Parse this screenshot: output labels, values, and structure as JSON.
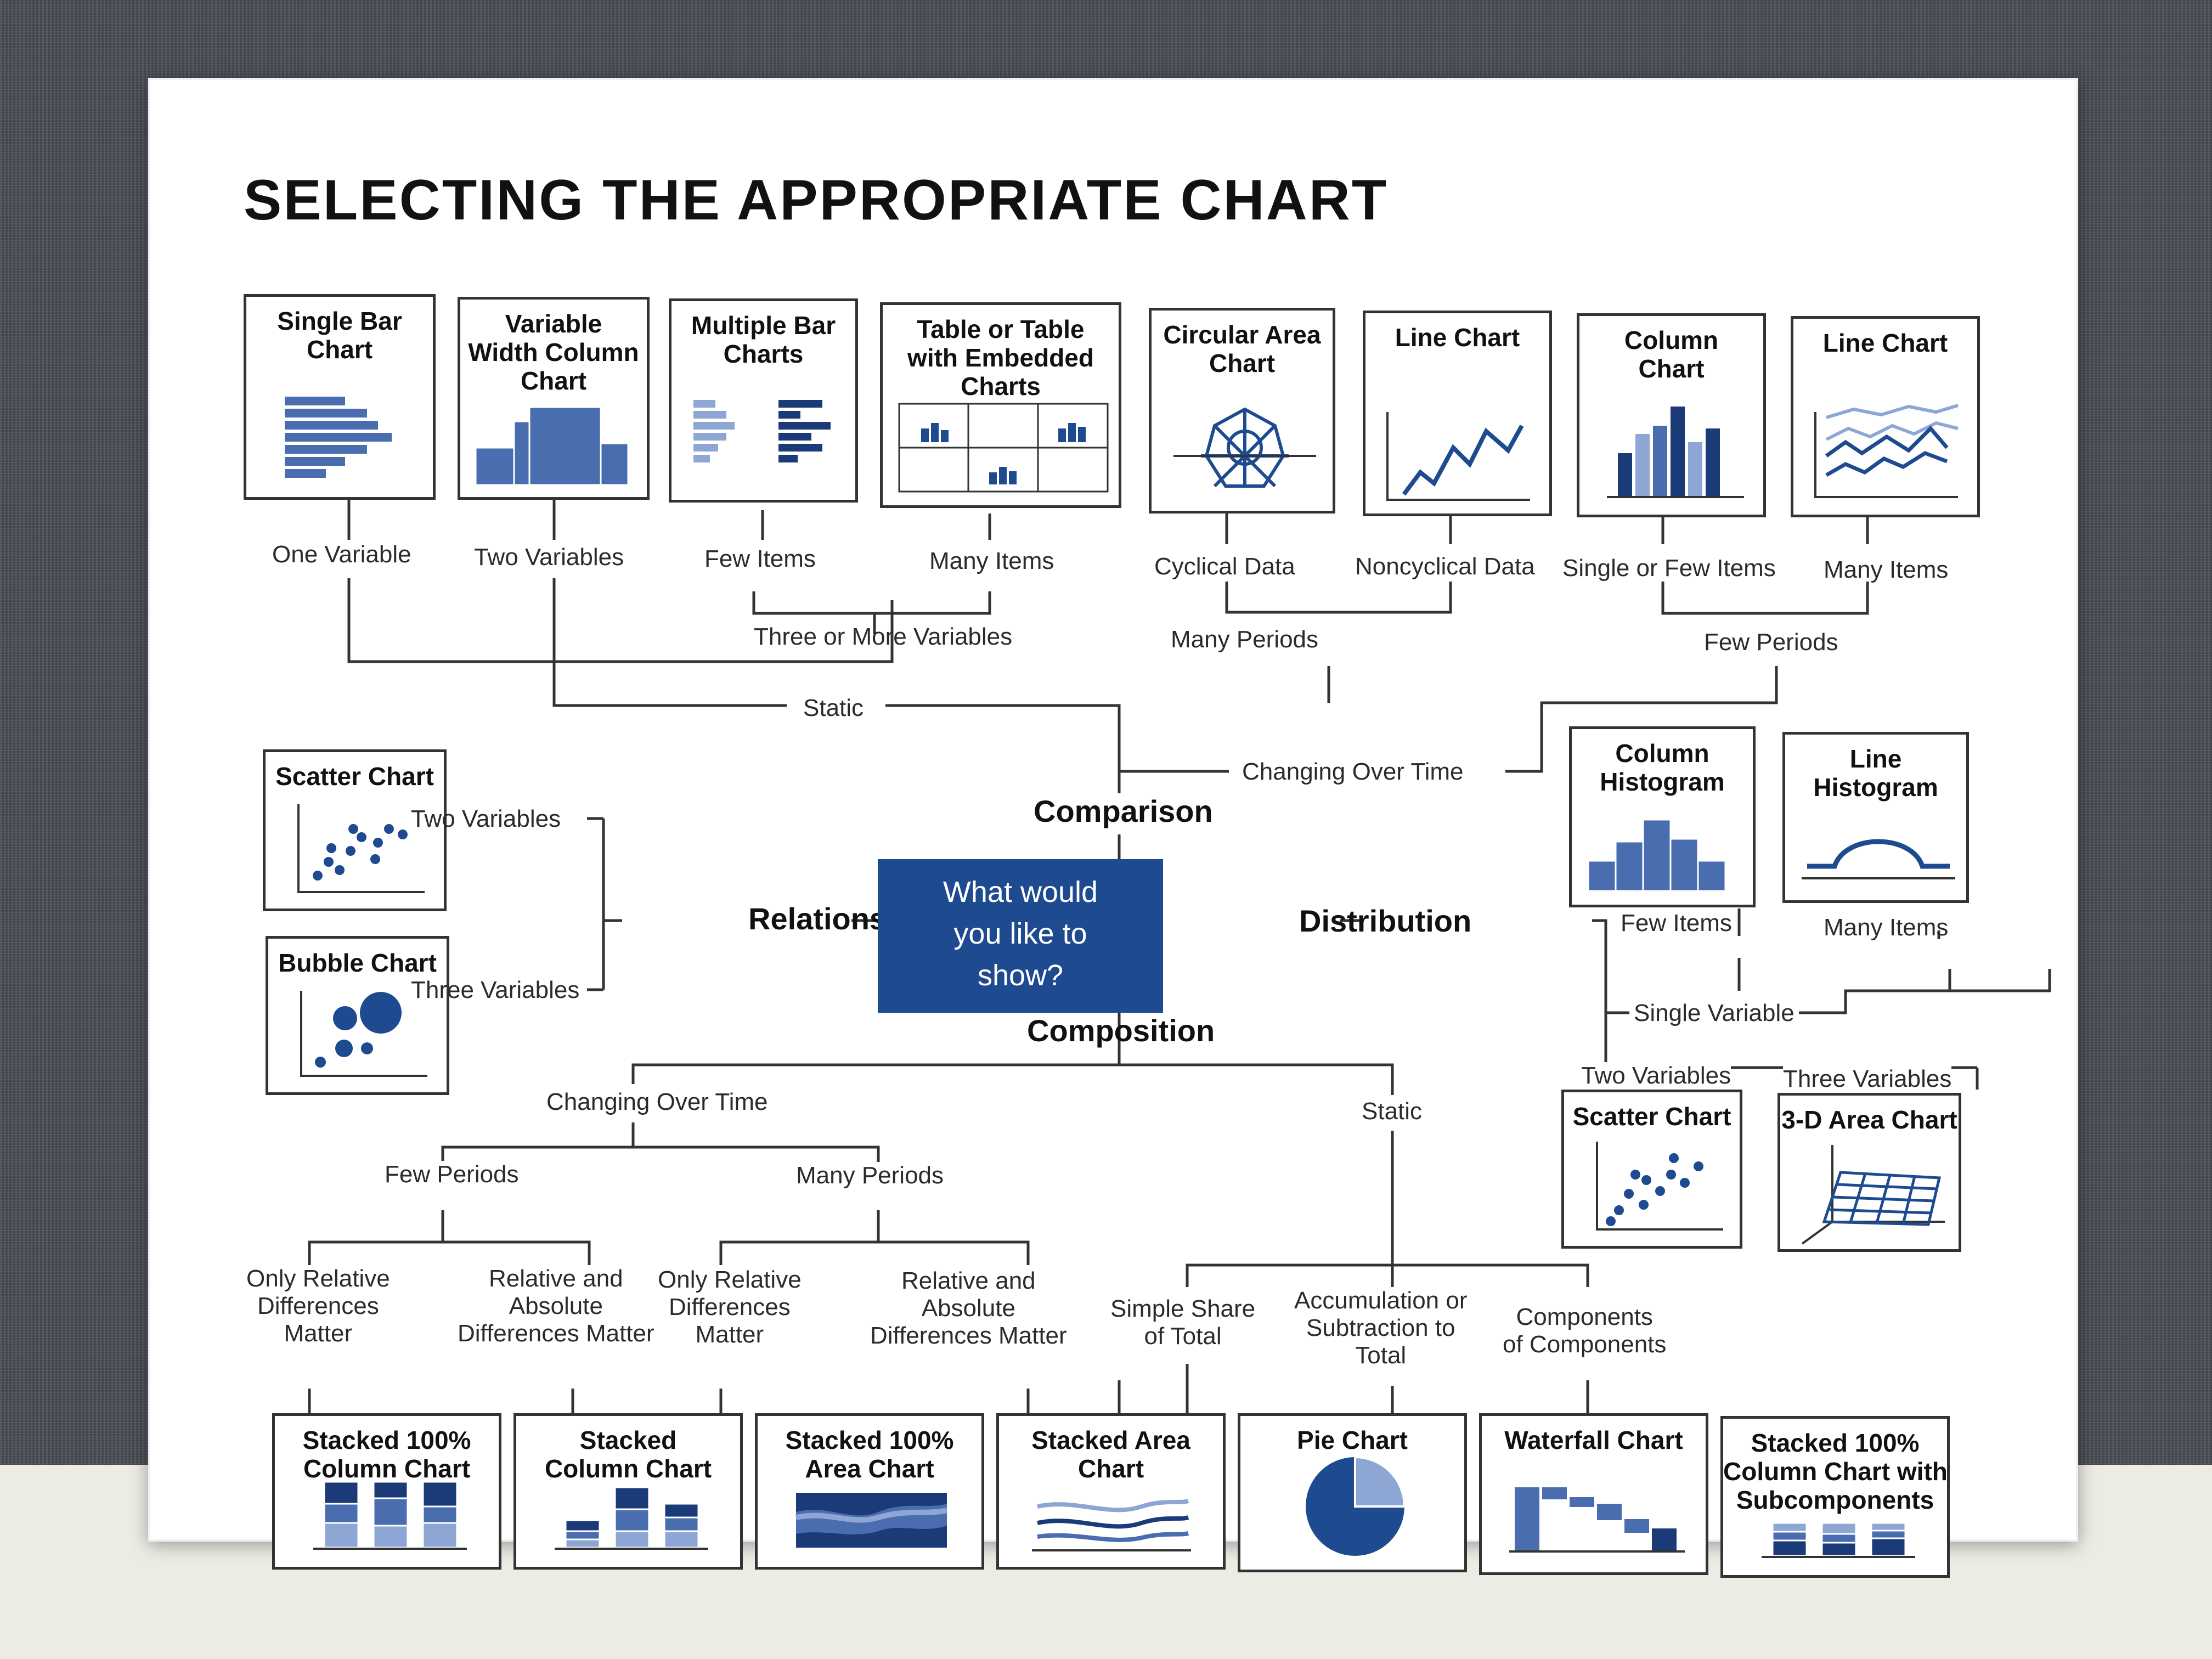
{
  "title": "SELECTING THE APPROPRIATE CHART",
  "center": "What would\nyou like to\nshow?",
  "categories": {
    "comparison": "Comparison",
    "relationship": "Relationship",
    "distribution": "Distribution",
    "composition": "Composition"
  },
  "charts": {
    "single_bar": "Single Bar\nChart",
    "variable_width": "Variable\nWidth Column\nChart",
    "multiple_bar": "Multiple Bar\nCharts",
    "table_embedded": "Table or Table\nwith Embedded\nCharts",
    "circular_area": "Circular Area\nChart",
    "line_chart_1": "Line Chart",
    "column_chart": "Column\nChart",
    "line_chart_2": "Line Chart",
    "scatter_rel": "Scatter Chart",
    "bubble": "Bubble Chart",
    "column_histogram": "Column\nHistogram",
    "line_histogram": "Line\nHistogram",
    "scatter_dist": "Scatter Chart",
    "area_3d": "3-D Area Chart",
    "stacked100_column": "Stacked 100%\nColumn Chart",
    "stacked_column": "Stacked\nColumn Chart",
    "stacked100_area": "Stacked 100%\nArea Chart",
    "stacked_area": "Stacked Area\nChart",
    "pie": "Pie Chart",
    "waterfall": "Waterfall Chart",
    "stacked100_sub": "Stacked 100%\nColumn Chart with\nSubcomponents"
  },
  "labels": {
    "one_variable": "One Variable",
    "two_variables_cmp": "Two Variables",
    "few_items_cmp": "Few Items",
    "many_items_cmp": "Many Items",
    "three_or_more": "Three or More Variables",
    "cyclical": "Cyclical Data",
    "noncyclical": "Noncyclical Data",
    "single_or_few": "Single or Few Items",
    "many_items_time": "Many Items",
    "many_periods_time": "Many Periods",
    "few_periods_time": "Few Periods",
    "static_cmp": "Static",
    "changing_cmp": "Changing Over Time",
    "two_variables_rel": "Two Variables",
    "three_variables_rel": "Three Variables",
    "few_items_dist": "Few Items",
    "many_items_dist": "Many Items",
    "single_variable": "Single Variable",
    "two_variables_dist": "Two Variables",
    "three_variables_dist": "Three Variables",
    "changing_comp": "Changing Over Time",
    "static_comp": "Static",
    "few_periods_comp": "Few Periods",
    "many_periods_comp": "Many Periods",
    "only_relative_1": "Only Relative\nDifferences\nMatter",
    "rel_abs_1": "Relative and\nAbsolute\nDifferences Matter",
    "only_relative_2": "Only Relative\nDifferences\nMatter",
    "rel_abs_2": "Relative and\nAbsolute\nDifferences Matter",
    "simple_share": "Simple Share\nof Total",
    "accumulation": "Accumulation or\nSubtraction to\nTotal",
    "components": "Components\nof Components"
  },
  "colors": {
    "accent": "#1e4a8f",
    "dark": "#1b3a78",
    "mid": "#4a6db0",
    "light": "#8ea6d4",
    "lines": "#333333"
  }
}
